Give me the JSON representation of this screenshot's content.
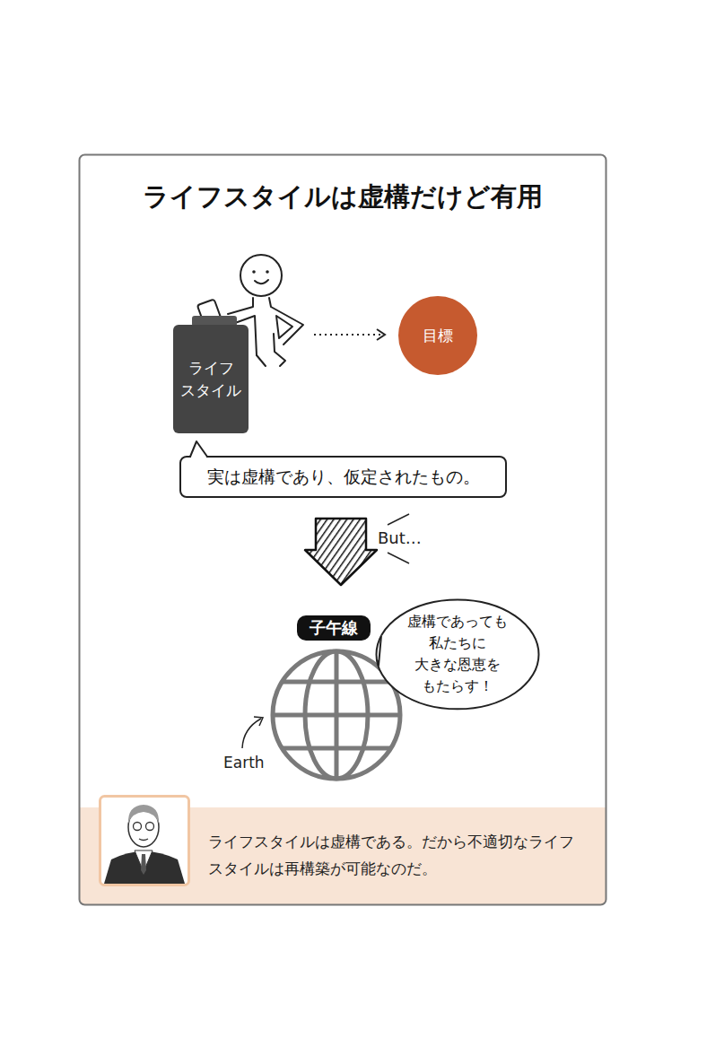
{
  "diagram": {
    "title": "ライフスタイルは虚構だけど有用",
    "nodes": [
      {
        "text": [
          "ライフ スタイル"
        ]
      },
      {
        "text": [
          "目標"
        ]
      },
      {
        "text": [
          "実は虚構であり、仮定されたもの。"
        ]
      },
      {
        "text": [
          "子午線"
        ]
      },
      {
        "text": [
          "虚構であっても 私たちに 大きな恩恵を もたらす！"
        ]
      },
      {
        "text": [
          "ライフスタイルは虚構である。だから不適切なライフ スタイルは再構築が可能なのだ。"
        ]
      }
    ],
    "labels": [
      "But…",
      "Earth"
    ]
  }
}
